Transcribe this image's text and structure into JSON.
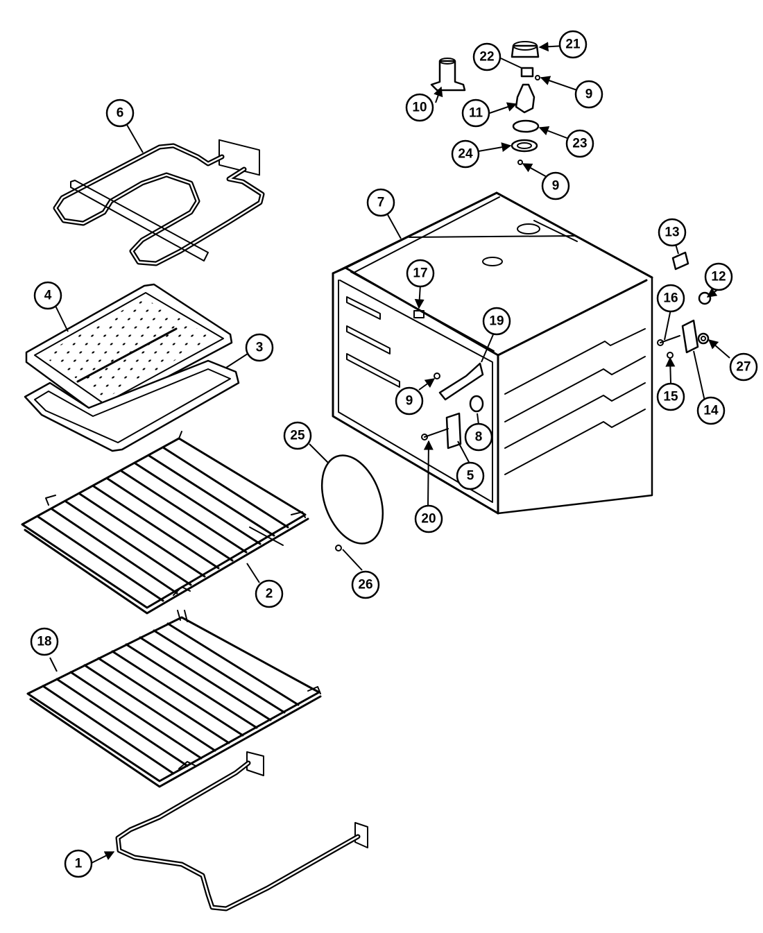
{
  "diagram": {
    "type": "exploded-parts-view",
    "callouts": [
      {
        "id": "c1",
        "label": "1"
      },
      {
        "id": "c2",
        "label": "2"
      },
      {
        "id": "c3",
        "label": "3"
      },
      {
        "id": "c4",
        "label": "4"
      },
      {
        "id": "c5",
        "label": "5"
      },
      {
        "id": "c6",
        "label": "6"
      },
      {
        "id": "c7",
        "label": "7"
      },
      {
        "id": "c8",
        "label": "8"
      },
      {
        "id": "c9a",
        "label": "9"
      },
      {
        "id": "c9b",
        "label": "9"
      },
      {
        "id": "c9c",
        "label": "9"
      },
      {
        "id": "c10",
        "label": "10"
      },
      {
        "id": "c11",
        "label": "11"
      },
      {
        "id": "c12",
        "label": "12"
      },
      {
        "id": "c13",
        "label": "13"
      },
      {
        "id": "c14",
        "label": "14"
      },
      {
        "id": "c15",
        "label": "15"
      },
      {
        "id": "c16",
        "label": "16"
      },
      {
        "id": "c17",
        "label": "17"
      },
      {
        "id": "c18",
        "label": "18"
      },
      {
        "id": "c19",
        "label": "19"
      },
      {
        "id": "c20",
        "label": "20"
      },
      {
        "id": "c21",
        "label": "21"
      },
      {
        "id": "c22",
        "label": "22"
      },
      {
        "id": "c23",
        "label": "23"
      },
      {
        "id": "c24",
        "label": "24"
      },
      {
        "id": "c25",
        "label": "25"
      },
      {
        "id": "c26",
        "label": "26"
      },
      {
        "id": "c27",
        "label": "27"
      }
    ]
  }
}
